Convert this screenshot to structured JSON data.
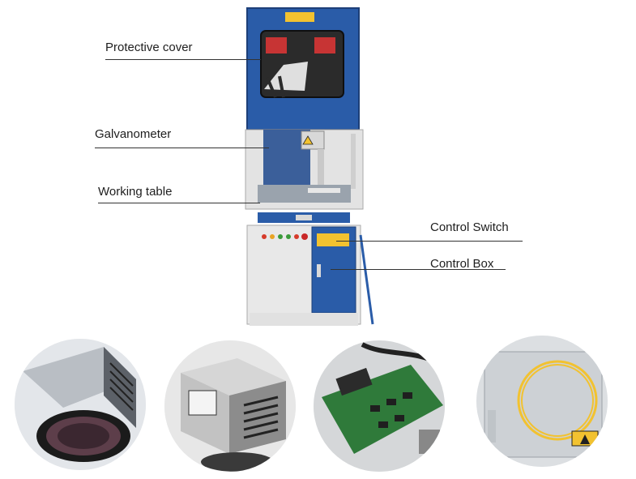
{
  "callouts": [
    {
      "id": "protective-cover",
      "text": "Protective cover"
    },
    {
      "id": "galvanometer",
      "text": "Galvanometer"
    },
    {
      "id": "working-table",
      "text": "Working table"
    },
    {
      "id": "control-switch",
      "text": "Control Switch"
    },
    {
      "id": "control-box",
      "text": "Control Box"
    }
  ],
  "colors": {
    "machine_blue": "#2a5ca8",
    "frame_gray": "#dcdcdc",
    "warning_yellow": "#f2c230",
    "pcb_green": "#2f7a3a"
  },
  "detail_photos": [
    {
      "name": "galvanometer-lens-closeup"
    },
    {
      "name": "galvanometer-head-closeup"
    },
    {
      "name": "control-board-closeup"
    },
    {
      "name": "fiber-cable-closeup"
    }
  ]
}
